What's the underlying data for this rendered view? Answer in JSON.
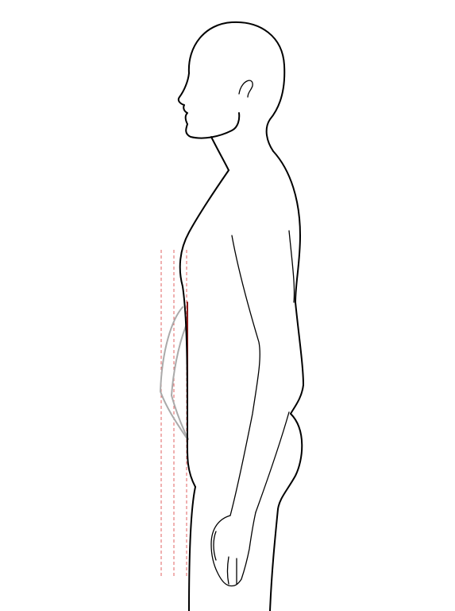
{
  "figure": {
    "subject": "side-profile-body-silhouette",
    "orientation": "facing-left",
    "reference_lines": 3,
    "belly_profiles": 3
  },
  "colors": {
    "background": "#ffffff",
    "outline": "#000000",
    "belly_profile_alt": "#aaaaaa",
    "belly_profile_flat": "#8b1a1a",
    "guide_line": "#e06060"
  }
}
